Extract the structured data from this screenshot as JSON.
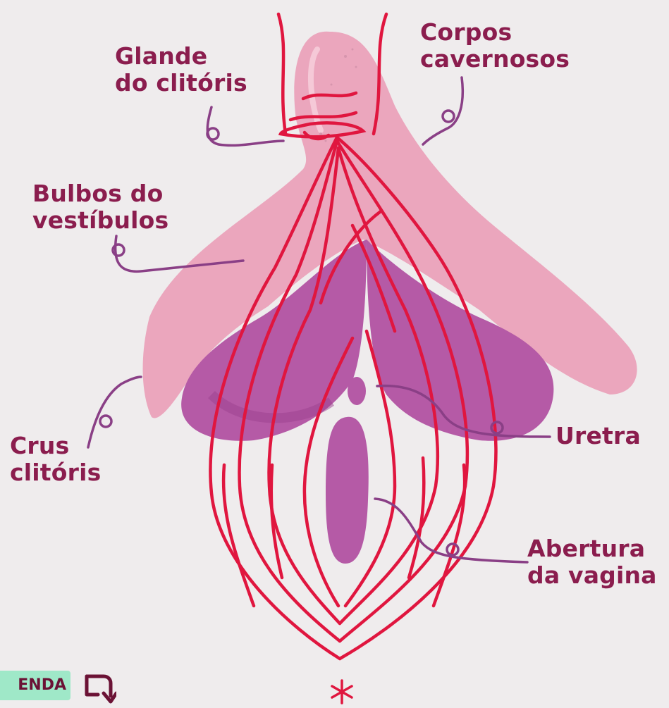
{
  "labels": {
    "glande": [
      "Glande",
      "do clitóris"
    ],
    "corpos": [
      "Corpos",
      "cavernosos"
    ],
    "bulbos": [
      "Bulbos do",
      "vestíbulos"
    ],
    "crus": [
      "Crus",
      "clitóris"
    ],
    "uretra": [
      "Uretra"
    ],
    "abertura": [
      "Abertura",
      "da vagina"
    ]
  },
  "legend_tab": "ENDA",
  "colors": {
    "label_text": "#8b1d4e",
    "leader_line": "#8a3f86",
    "outline_red": "#e0163f",
    "corpus_pink": "#eba6bd",
    "bulb_purple": "#b55aa6",
    "background": "#efeced",
    "legend_tab": "#9fe8c8"
  },
  "icons": [
    "legend-arrow-icon",
    "asterisk-icon"
  ]
}
